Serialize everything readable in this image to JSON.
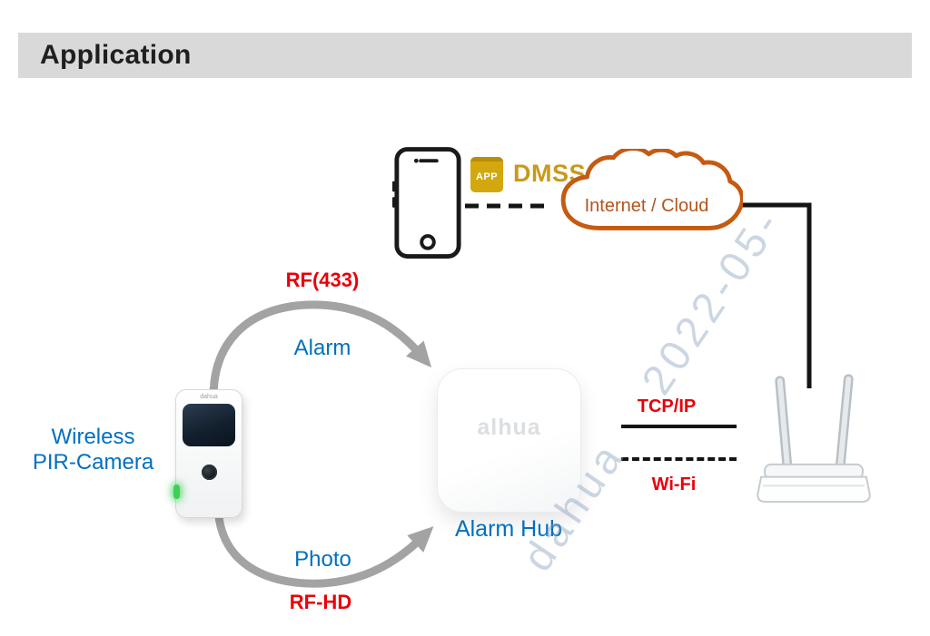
{
  "header": {
    "title": "Application"
  },
  "app_badge": {
    "label": "APP"
  },
  "dmss": {
    "label": "DMSS"
  },
  "cloud": {
    "label": "Internet / Cloud"
  },
  "links": {
    "rf433": "RF(433)",
    "alarm": "Alarm",
    "photo": "Photo",
    "rfhd": "RF-HD",
    "tcpip": "TCP/IP",
    "wifi": "Wi-Fi"
  },
  "devices": {
    "pir": {
      "brand": "dahua",
      "label_line1": "Wireless",
      "label_line2": "PIR-Camera"
    },
    "hub": {
      "logo": "alhua",
      "label": "Alarm Hub"
    }
  },
  "watermark": {
    "text": "dahua  2022-05-"
  },
  "colors": {
    "header_bg": "#d9d9d9",
    "accent_red": "#e8000b",
    "accent_blue": "#0070c0",
    "cloud_orange": "#c55a11",
    "gold": "#c9991a",
    "arrow_gray": "#a3a3a3",
    "line_black": "#141414",
    "led_green": "#3ad156",
    "watermark_blue": "#8099b9"
  }
}
